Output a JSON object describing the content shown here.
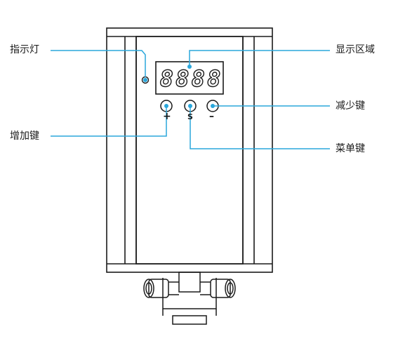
{
  "labels": {
    "indicator": "指示灯",
    "display": "显示区域",
    "decrease": "减少键",
    "increase": "增加键",
    "menu": "菜单键"
  },
  "display_digits": [
    "8",
    "8",
    "8",
    "8"
  ],
  "button_symbols": {
    "plus": "+",
    "set": "S",
    "minus": "–"
  },
  "colors": {
    "callout": "#2aa7dc",
    "outline": "#1a1a1a"
  }
}
